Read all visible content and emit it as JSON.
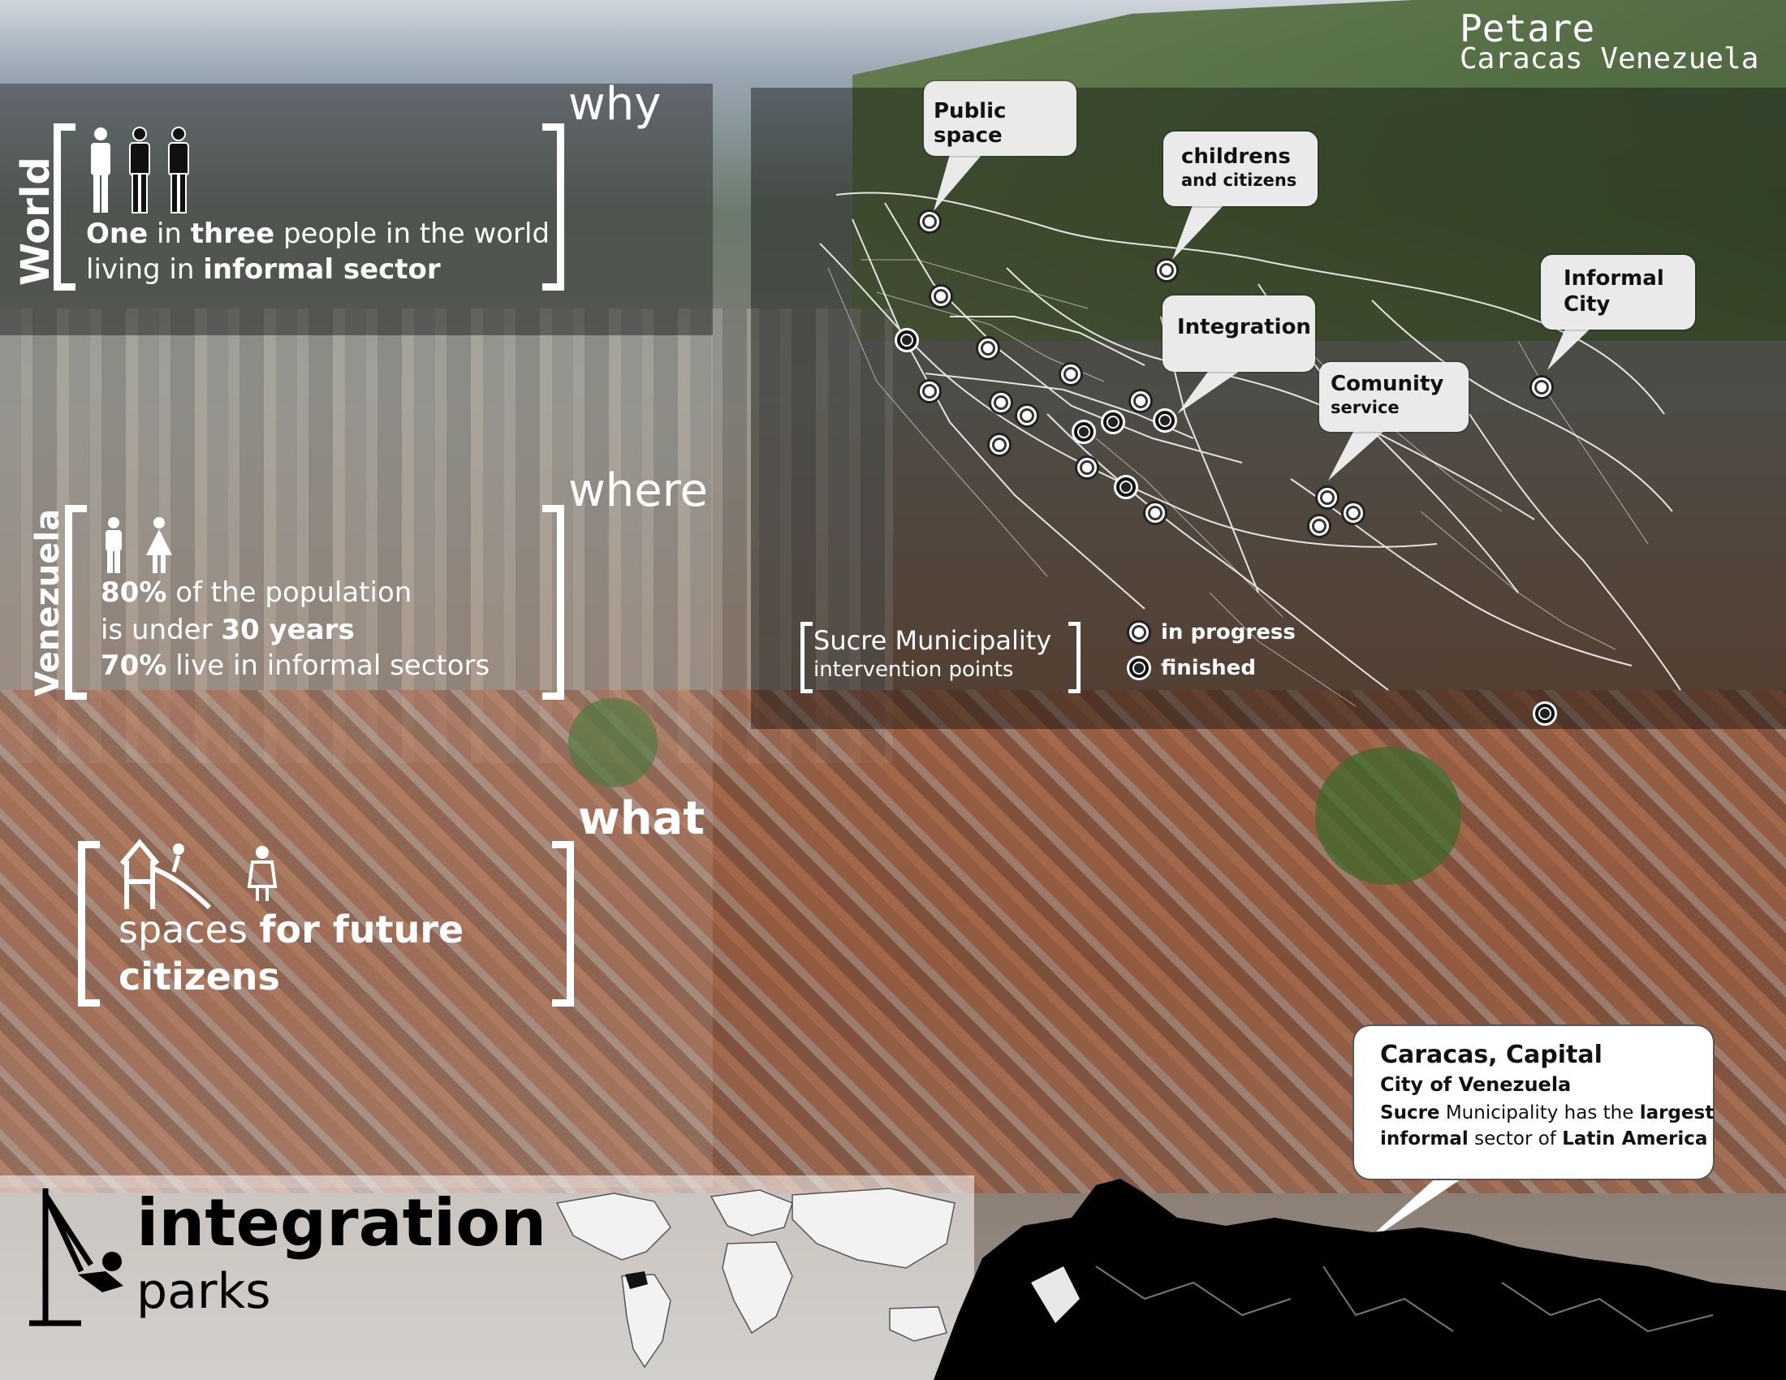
{
  "location": {
    "title": "Petare",
    "subtitle": "Caracas Venezuela"
  },
  "sections": {
    "why": {
      "heading": "why",
      "side_label": "World",
      "line1_b1": "One",
      "line1_t1": " in ",
      "line1_b2": "three",
      "line1_t2": " people in the world",
      "line2_t1": "living in ",
      "line2_b1": "informal sector"
    },
    "where": {
      "heading": "where",
      "side_label": "Venezuela",
      "line1_b": "80%",
      "line1_t": " of the population",
      "line2_t": "is under ",
      "line2_b": "30 years",
      "line3_b": "70%",
      "line3_t": " live in informal sectors"
    },
    "what": {
      "heading": "what",
      "line1_t": "spaces ",
      "line1_b": "for future",
      "line2_b": "citizens"
    }
  },
  "map_bubbles": {
    "public_space": "Public space",
    "childrens": "childrens",
    "childrens_sub": "and citizens",
    "integration": "Integration",
    "informal_city_1": "Informal",
    "informal_city_2": "City",
    "community": "Comunity",
    "community_sub": "service"
  },
  "legend": {
    "title": "Sucre Municipality",
    "subtitle": "intervention points",
    "in_progress": "in progress",
    "finished": "finished"
  },
  "caracas_callout": {
    "title": "Caracas, Capital",
    "subtitle": "City of Venezuela",
    "body_b1": "Sucre",
    "body_t1": " Municipality has the ",
    "body_b2": "largest",
    "body_b3": "informal",
    "body_t2": " sector of ",
    "body_b4": "Latin America"
  },
  "project": {
    "title": "integration",
    "subtitle": "parks"
  },
  "colors": {
    "text": "#ffffff",
    "bubble": "#eaeaea",
    "dark": "#111111"
  }
}
